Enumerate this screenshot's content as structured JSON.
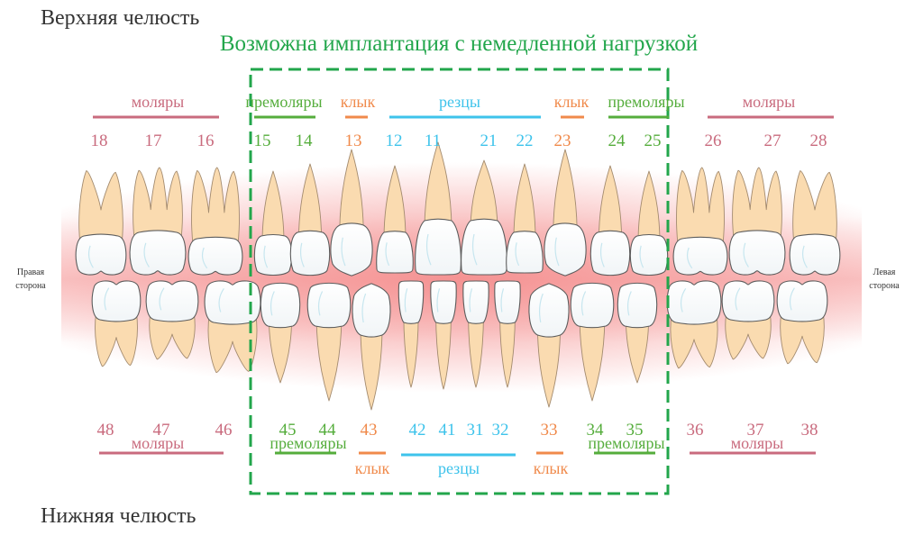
{
  "upper_jaw": {
    "title": "Верхняя челюсть",
    "groups": [
      {
        "label": "моляры",
        "color": "#c96b7e",
        "teeth": [
          "18",
          "17",
          "16"
        ]
      },
      {
        "label": "премоляры",
        "color": "#55ad3c",
        "teeth": [
          "15",
          "14"
        ]
      },
      {
        "label": "клык",
        "color": "#f08a4b",
        "teeth": [
          "13"
        ]
      },
      {
        "label": "резцы",
        "color": "#3ec3eb",
        "teeth": [
          "12",
          "11",
          "21",
          "22"
        ]
      },
      {
        "label": "клык",
        "color": "#f08a4b",
        "teeth": [
          "23"
        ]
      },
      {
        "label": "премоляры",
        "color": "#55ad3c",
        "teeth": [
          "24",
          "25"
        ]
      },
      {
        "label": "моляры",
        "color": "#c96b7e",
        "teeth": [
          "26",
          "27",
          "28"
        ]
      }
    ]
  },
  "lower_jaw": {
    "title": "Нижняя челюсть",
    "groups": [
      {
        "label": "моляры",
        "color": "#c96b7e",
        "teeth": [
          "48",
          "47",
          "46"
        ]
      },
      {
        "label": "премоляры",
        "color": "#55ad3c",
        "teeth": [
          "45",
          "44"
        ]
      },
      {
        "label": "клык",
        "color": "#f08a4b",
        "teeth": [
          "43"
        ]
      },
      {
        "label": "резцы",
        "color": "#3ec3eb",
        "teeth": [
          "42",
          "41",
          "31",
          "32"
        ]
      },
      {
        "label": "клык",
        "color": "#f08a4b",
        "teeth": [
          "33"
        ]
      },
      {
        "label": "премоляры",
        "color": "#55ad3c",
        "teeth": [
          "34",
          "35"
        ]
      },
      {
        "label": "моляры",
        "color": "#c96b7e",
        "teeth": [
          "36",
          "37",
          "38"
        ]
      }
    ]
  },
  "implant_zone": {
    "title": "Возможна имплантация с немедленной нагрузкой",
    "color": "#22a64b"
  },
  "sides": {
    "right": "Правая сторона",
    "left": "Левая сторона"
  },
  "colors": {
    "root": "#fadbb0",
    "crown": "#ffffff",
    "gum_glow": "#f48c8c"
  }
}
